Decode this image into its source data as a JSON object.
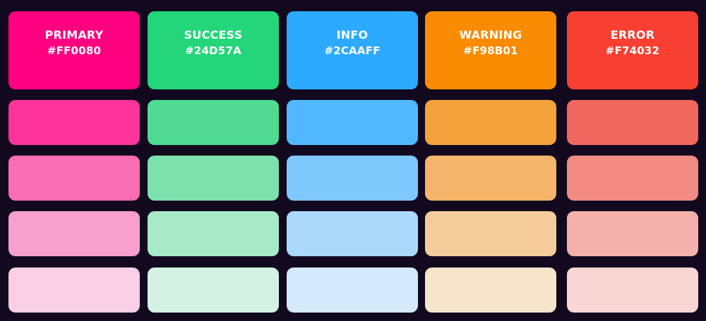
{
  "palette": {
    "colors": [
      {
        "name": "PRIMARY",
        "hex": "#FF0080",
        "tints": [
          "#fc3399",
          "#f96db3",
          "#f7a0cd",
          "#f8cfe4"
        ]
      },
      {
        "name": "SUCCESS",
        "hex": "#24D57A",
        "tints": [
          "#50da92",
          "#7ce1ad",
          "#a8eac8",
          "#d3f2e3"
        ]
      },
      {
        "name": "INFO",
        "hex": "#2CAAFF",
        "tints": [
          "#52b8fd",
          "#7fc8fb",
          "#abd9fa",
          "#d4e9f9"
        ]
      },
      {
        "name": "WARNING",
        "hex": "#F98B01",
        "tints": [
          "#f4a23b",
          "#f4b56b",
          "#f4cc9b",
          "#f6e4cb"
        ]
      },
      {
        "name": "ERROR",
        "hex": "#F74032",
        "tints": [
          "#f1675e",
          "#f28b82",
          "#f4b1ac",
          "#f7d6d4"
        ]
      }
    ],
    "background": "#12091f"
  }
}
